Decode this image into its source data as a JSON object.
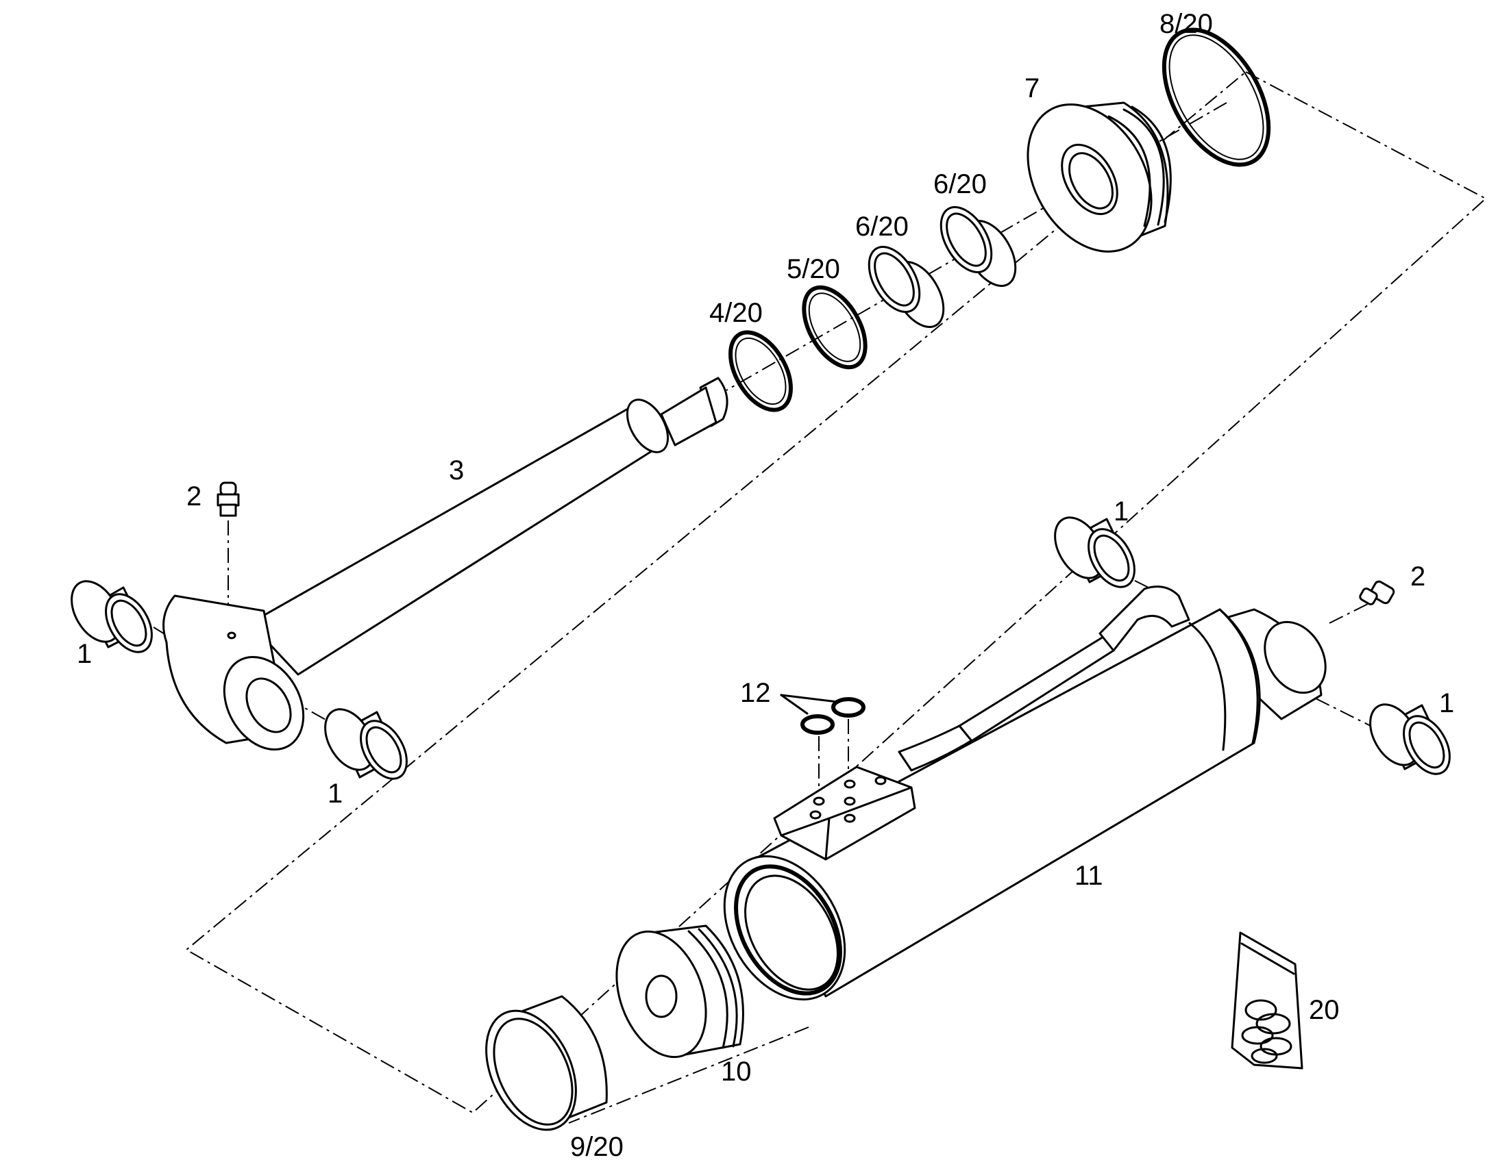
{
  "labels": {
    "item_8_20": "8/20",
    "item_7": "7",
    "item_6_20_a": "6/20",
    "item_6_20_b": "6/20",
    "item_5_20": "5/20",
    "item_4_20": "4/20",
    "item_3": "3",
    "item_2_rod": "2",
    "item_1_rod_left": "1",
    "item_1_rod_bottom": "1",
    "item_1_barrel_top": "1",
    "item_2_barrel": "2",
    "item_1_barrel_right": "1",
    "item_12": "12",
    "item_11": "11",
    "item_10": "10",
    "item_9_20": "9/20",
    "item_20": "20"
  }
}
